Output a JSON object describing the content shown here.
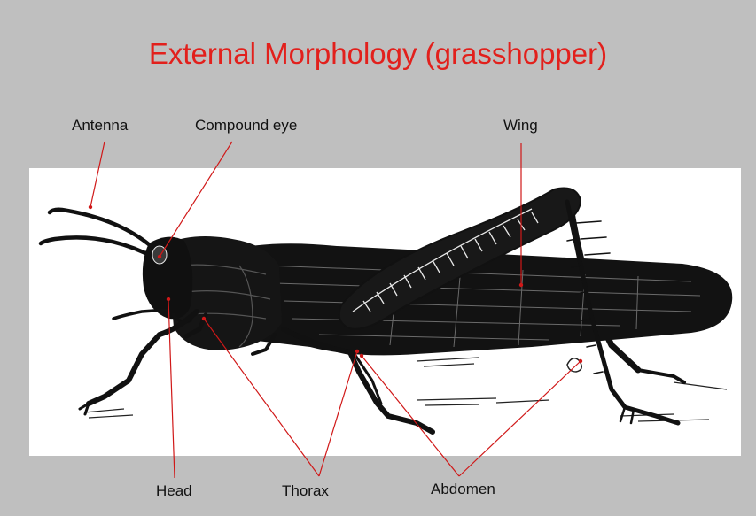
{
  "title": "External Morphology (grasshopper)",
  "labels": {
    "antenna": "Antenna",
    "compound_eye": "Compound eye",
    "wing": "Wing",
    "head": "Head",
    "thorax": "Thorax",
    "abdomen": "Abdomen"
  },
  "colors": {
    "title": "#e2201c",
    "background": "#bfbfbf",
    "leader_lines": "#d01818"
  }
}
